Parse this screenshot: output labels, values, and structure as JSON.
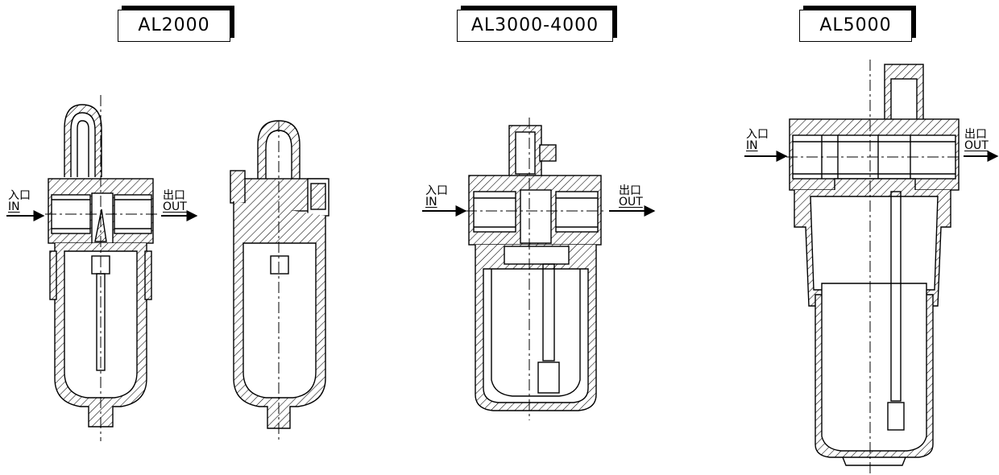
{
  "models": [
    {
      "label": "AL2000",
      "inlet_cn": "入口",
      "inlet_en": "IN",
      "outlet_cn": "出口",
      "outlet_en": "OUT"
    },
    {
      "label": "AL3000-4000",
      "inlet_cn": "入口",
      "inlet_en": "IN",
      "outlet_cn": "出口",
      "outlet_en": "OUT"
    },
    {
      "label": "AL5000",
      "inlet_cn": "入口",
      "inlet_en": "IN",
      "outlet_cn": "出口",
      "outlet_en": "OUT"
    }
  ],
  "colors": {
    "line": "#000000",
    "background": "#ffffff"
  }
}
